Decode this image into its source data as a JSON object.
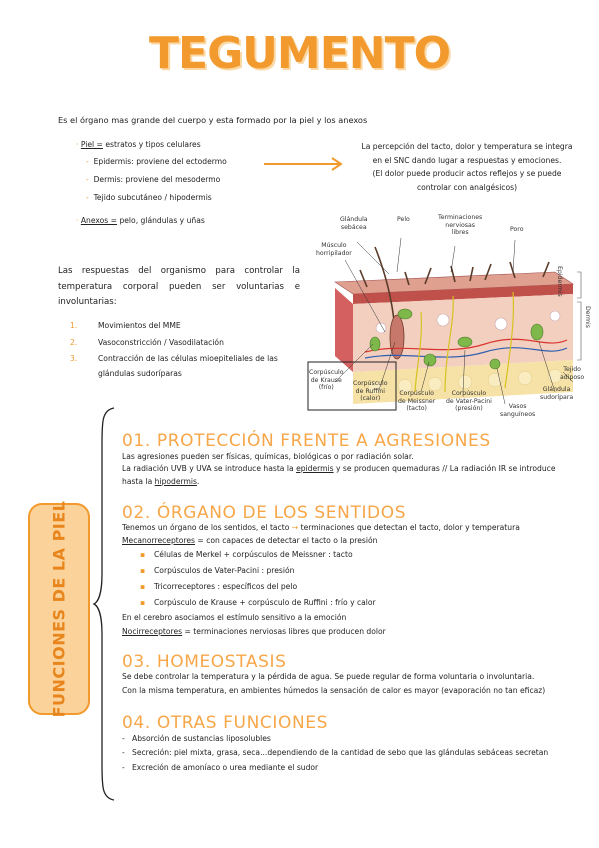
{
  "title": "TEGUMENTO",
  "intro": "Es el órgano mas grande del cuerpo y esta formado por la piel y los anexos",
  "structure": {
    "piel_label": "Piel =",
    "piel_text": " estratos y tipos celulares",
    "layers": [
      "Epidermis: proviene del ectodermo",
      "Dermis: proviene del mesodermo",
      "Tejido subcutáneo / hipodermis"
    ],
    "anexos_label": "Anexos =",
    "anexos_text": " pelo, glándulas y uñas"
  },
  "note": {
    "line1": "La percepción del tacto, dolor y temperatura se integra",
    "line2": "en el SNC dando lugar a respuestas y emociones.",
    "line3": "(El dolor puede producir actos reflejos y se puede",
    "line4": "controlar con analgésicos)"
  },
  "responses": {
    "para_line1": "Las respuestas del organismo para controlar la",
    "para_line2": "temperatura corporal pueden ser voluntarias e",
    "para_line3": "involuntarias:",
    "items": [
      {
        "num": "1.",
        "text": "Movimientos del MME"
      },
      {
        "num": "2.",
        "text": "Vasoconstricción / Vasodilatación"
      },
      {
        "num": "3.",
        "text": "Contracción de las células mioepiteliales de las"
      }
    ],
    "item3_cont": "glándulas sudoríparas"
  },
  "diagram": {
    "labels": {
      "glandula_sebacea": [
        "Glándula",
        "sebácea"
      ],
      "pelo": [
        "Pelo"
      ],
      "terminaciones": [
        "Terminaciones",
        "nerviosas",
        "libres"
      ],
      "poro": [
        "Poro"
      ],
      "musculo": [
        "Músculo",
        "horripilador"
      ],
      "epidermis": "Epidermis",
      "dermis": "Dermis",
      "krause": [
        "Corpúsculo",
        "de Krause",
        "(frío)"
      ],
      "ruffini": [
        "Corpúsculo",
        "de Ruffini",
        "(calor)"
      ],
      "meissner": [
        "Corpúsculo",
        "de Meissner",
        "(tacto)"
      ],
      "vater": [
        "Corpúsculo",
        "de Vater-Pacini",
        "(presión)"
      ],
      "vasos": [
        "Vasos",
        "sanguíneos"
      ],
      "glandula_sudoripara": [
        "Glándula",
        "sudorípara"
      ],
      "tejido_adiposo": [
        "Tejido",
        "adiposo"
      ]
    }
  },
  "side_label": "FUNCIONES DE LA PIEL",
  "sections": {
    "s1": {
      "title": "01. PROTECCIÓN FRENTE A AGRESIONES",
      "line1": "Las agresiones pueden ser físicas, químicas, biológicas o por radiación solar.",
      "line2a": "La radiación UVB y UVA se introduce hasta la ",
      "line2b": "epidermis",
      "line2c": " y se producen quemaduras // La radiación IR se introduce",
      "line3a": "hasta la ",
      "line3b": "hipodermis",
      "line3c": "."
    },
    "s2": {
      "title": "02. ÓRGANO DE LOS SENTIDOS",
      "line1a": "Tenemos un órgano de los sentidos, el tacto ",
      "arrow": "→",
      "line1b": " terminaciones que detectan el tacto, dolor y temperatura",
      "line2a": "Mecanorreceptores",
      "line2b": " = con capaces de detectar el tacto o la presión",
      "bullets": [
        "Células de Merkel + corpúsculos de Meissner : tacto",
        "Corpúsculos de Vater-Pacini : presión",
        "Tricorreceptores : específicos del pelo",
        "Corpúsculo de Krause + corpúsculo de Ruffini : frío y calor"
      ],
      "line3": "En el cerebro asociamos el estímulo sensitivo a la emoción",
      "line4a": "Nocirreceptores",
      "line4b": " = terminaciones nerviosas libres que producen dolor"
    },
    "s3": {
      "title": "03. HOMEOSTASIS",
      "line1": "Se debe controlar la temperatura y la pérdida de agua. Se puede regular de forma voluntaria o involuntaria.",
      "line2": "Con la misma temperatura, en ambientes húmedos la sensación de calor es mayor (evaporación no tan eficaz)"
    },
    "s4": {
      "title": "04. OTRAS FUNCIONES",
      "items": [
        "Absorción de sustancias liposolubles",
        "Secreción: piel mixta, grasa, seca...dependiendo de la cantidad de sebo que las glándulas sebáceas secretan",
        "Excreción de amoníaco o urea mediante el sudor"
      ]
    }
  },
  "colors": {
    "accent": "#f29a2e",
    "section_title": "#f7a648",
    "side_fill": "#fbd39a"
  }
}
